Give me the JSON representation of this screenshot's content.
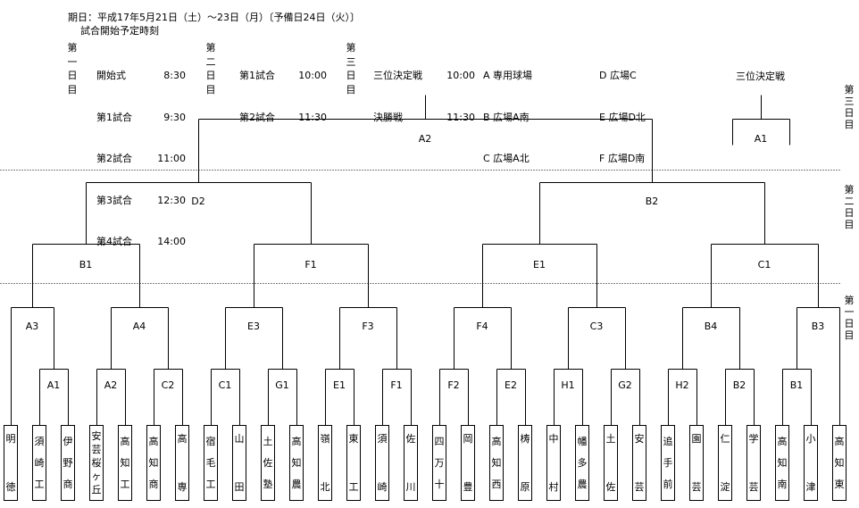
{
  "header": {
    "period": "期日：平成17年5月21日（土）〜23日（月）〔予備日24日（火）〕",
    "start_times": "試合開始予定時刻"
  },
  "schedule": {
    "day1": {
      "label": "第一日目",
      "items": [
        {
          "name": "開始式",
          "time": "8:30"
        },
        {
          "name": "第1試合",
          "time": "9:30"
        },
        {
          "name": "第2試合",
          "time": "11:00"
        },
        {
          "name": "第3試合",
          "time": "12:30"
        },
        {
          "name": "第4試合",
          "time": "14:00"
        }
      ]
    },
    "day2": {
      "label": "第二日目",
      "items": [
        {
          "name": "第1試合",
          "time": "10:00"
        },
        {
          "name": "第2試合",
          "time": "11:30"
        }
      ]
    },
    "day3": {
      "label": "第三日目",
      "items": [
        {
          "name": "三位決定戦",
          "time": "10:00"
        },
        {
          "name": "決勝戦",
          "time": "11:30"
        }
      ]
    },
    "venues": [
      "A 専用球場",
      "B 広場A南",
      "C 広場A北",
      "D 広場C",
      "E 広場D北",
      "F 広場D南"
    ]
  },
  "third_place": {
    "title": "三位決定戦",
    "venue": "A1"
  },
  "day_markers": [
    "第三日目",
    "第二日目",
    "第一日目"
  ],
  "final_label": "A2",
  "semi_labels": [
    "D2",
    "B2"
  ],
  "qf_labels": [
    "B1",
    "F1",
    "E1",
    "C1"
  ],
  "r1_labels": [
    "A3",
    "A4",
    "E3",
    "F3",
    "F4",
    "C3",
    "B4",
    "B3"
  ],
  "r0_labels": [
    "A1",
    "A2",
    "C2",
    "C1",
    "G1",
    "E1",
    "F1",
    "F2",
    "E2",
    "H1",
    "G2",
    "H2",
    "B2",
    "B1"
  ],
  "teams": [
    "明徳",
    "須崎工",
    "伊野商",
    "安芸桜ヶ丘",
    "高知工",
    "高知商",
    "高専",
    "宿毛工",
    "山田",
    "土佐塾",
    "高知農",
    "嶺北",
    "東工",
    "須崎",
    "佐川",
    "四万十",
    "岡豊",
    "高知西",
    "梼原",
    "中村",
    "幡多農",
    "土佐",
    "安芸",
    "追手前",
    "園芸",
    "仁淀",
    "学芸",
    "高知南",
    "小津",
    "高知東"
  ]
}
